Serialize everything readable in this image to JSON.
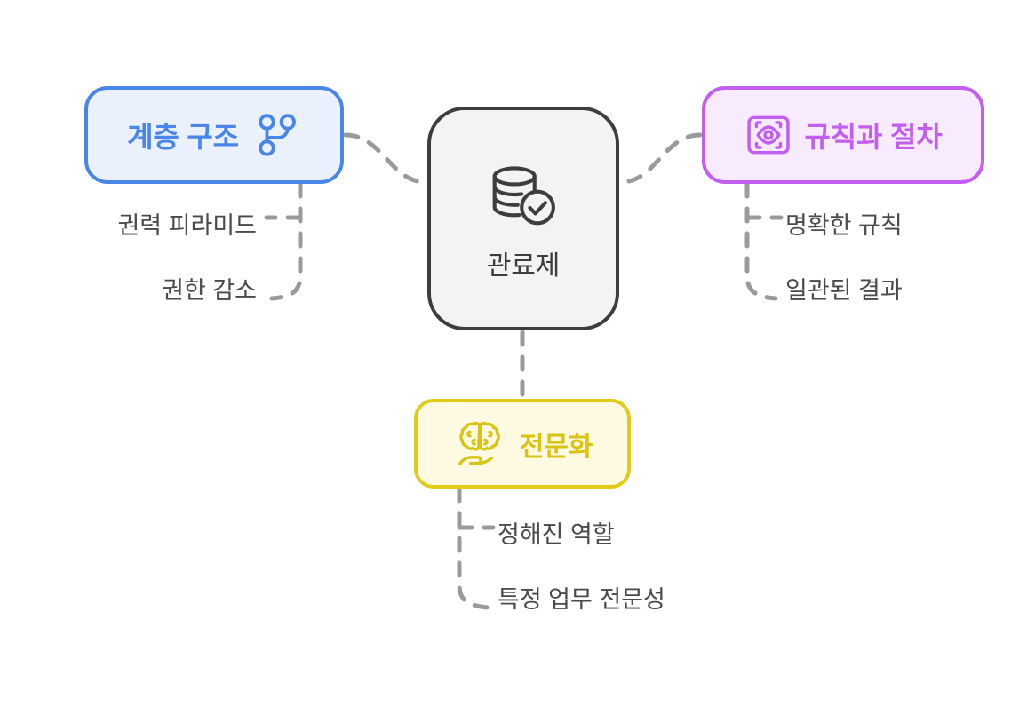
{
  "diagram": {
    "type": "mindmap",
    "title": "관료제",
    "background": "#ffffff",
    "connector_color": "#9a9a9a"
  },
  "central": {
    "label": "관료제",
    "icon": "database-check-icon",
    "border_color": "#3d3d3d",
    "fill_color": "#f3f3f3",
    "text_color": "#3d3d3d"
  },
  "branches": [
    {
      "id": "hierarchy",
      "label": "계층 구조",
      "icon": "git-branch-icon",
      "position": "left",
      "border_color": "#4a86e8",
      "fill_color": "#eaf1fd",
      "text_color": "#4a86e8",
      "items": [
        "권력 피라미드",
        "권한 감소"
      ]
    },
    {
      "id": "rules",
      "label": "규칙과 절차",
      "icon": "eye-scan-icon",
      "position": "right",
      "border_color": "#c25ef0",
      "fill_color": "#f8ebfd",
      "text_color": "#c25ef0",
      "items": [
        "명확한 규칙",
        "일관된 결과"
      ]
    },
    {
      "id": "specialization",
      "label": "전문화",
      "icon": "brain-hand-icon",
      "position": "bottom",
      "border_color": "#e0cb16",
      "fill_color": "#fdfae1",
      "text_color": "#d9c413",
      "items": [
        "정해진 역할",
        "특정 업무 전문성"
      ]
    }
  ]
}
